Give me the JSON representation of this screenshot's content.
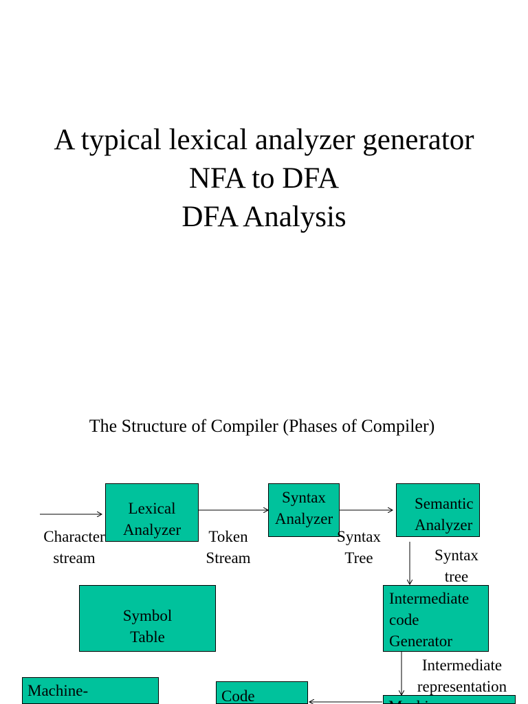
{
  "title": {
    "line1": "A typical lexical analyzer generator",
    "line2": "NFA to DFA",
    "line3": "DFA Analysis"
  },
  "diagram": {
    "heading": "The Structure of Compiler (Phases of Compiler)",
    "colors": {
      "box_fill": "#00c29c",
      "stroke": "#000000"
    },
    "boxes": {
      "lexical": [
        "Lexical",
        "Analyzer"
      ],
      "syntax": [
        "Syntax",
        "Analyzer"
      ],
      "semantic": [
        "Semantic",
        "Analyzer"
      ],
      "symbol": [
        "Symbol",
        "Table"
      ],
      "intermediate": [
        "Intermediate",
        "code",
        "Generator"
      ],
      "machine_left": [
        "Machine-"
      ],
      "code": [
        "Code"
      ],
      "machine_right": [
        "Machine"
      ]
    },
    "labels": {
      "character_stream": [
        "Character",
        "stream"
      ],
      "token_stream": [
        "Token",
        "Stream"
      ],
      "syntax_tree_1": [
        "Syntax",
        "Tree"
      ],
      "syntax_tree_2": [
        "Syntax",
        "tree"
      ],
      "intermediate_rep": [
        "Intermediate",
        "representation"
      ]
    }
  }
}
